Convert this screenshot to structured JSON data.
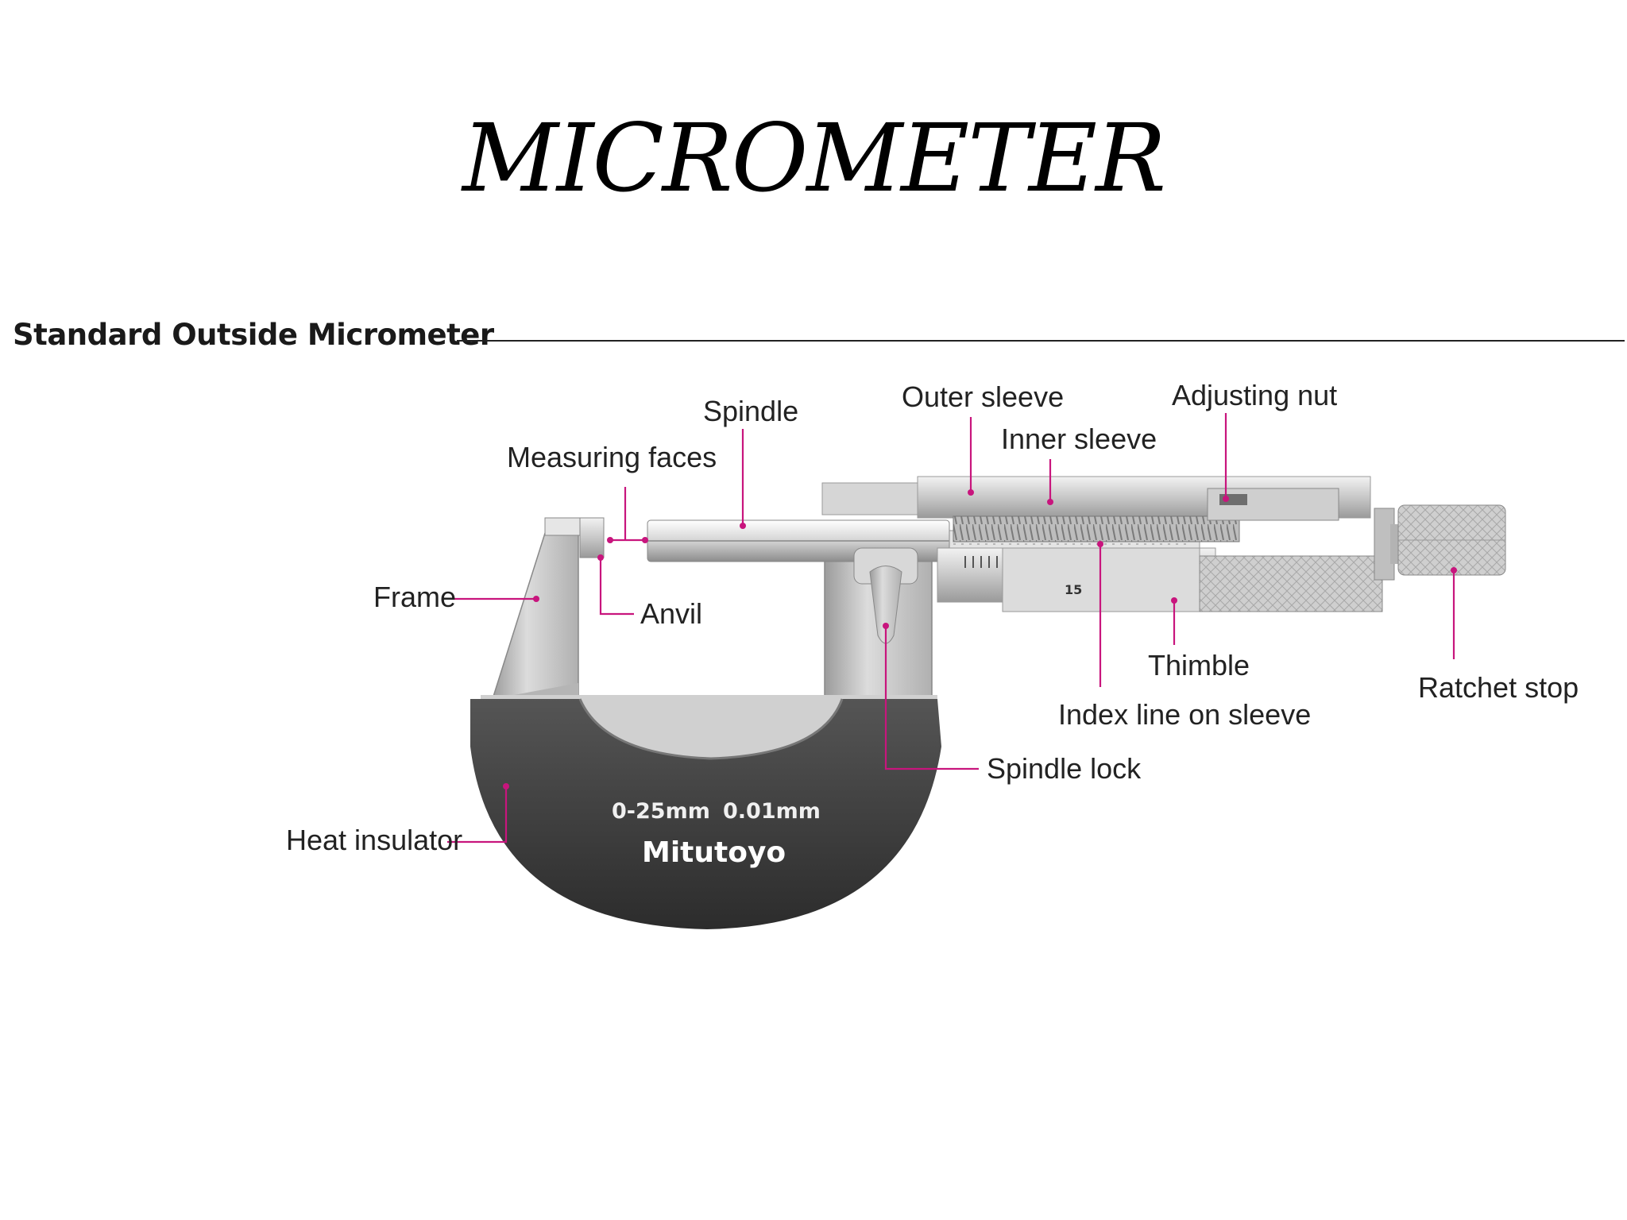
{
  "title": "MICROMETER",
  "subtitle": "Standard Outside Micrometer",
  "colors": {
    "leader": "#c8157d",
    "insulator": "#3a3a3a",
    "metal": "#c9c9c9"
  },
  "markings": {
    "range": "0-25mm",
    "resolution": "0.01mm",
    "brand": "Mitutoyo",
    "thimble_number": "15"
  },
  "labels": {
    "spindle": "Spindle",
    "outer_sleeve": "Outer sleeve",
    "adjusting_nut": "Adjusting nut",
    "inner_sleeve": "Inner sleeve",
    "measuring_faces": "Measuring faces",
    "frame": "Frame",
    "anvil": "Anvil",
    "thimble": "Thimble",
    "ratchet_stop": "Ratchet stop",
    "index_line": "Index line on sleeve",
    "spindle_lock": "Spindle lock",
    "heat_insulator": "Heat insulator"
  }
}
